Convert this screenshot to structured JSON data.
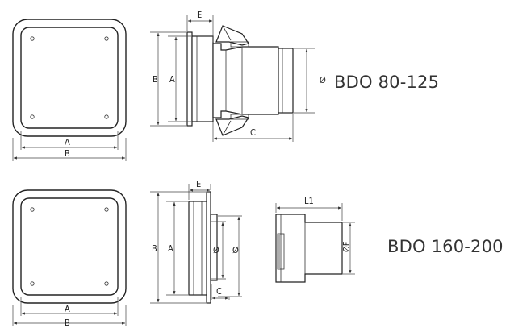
{
  "models": {
    "top": "BDO 80-125",
    "bottom": "BDO 160-200"
  },
  "dimensions": {
    "top_front": {
      "width_inner": "A",
      "width_outer": "B"
    },
    "top_side": {
      "height_outer": "B",
      "height_inner": "A",
      "depth_e": "E",
      "depth_c": "C",
      "diameter": "Ø"
    },
    "bottom_front": {
      "width_inner": "A",
      "width_outer": "B"
    },
    "bottom_side": {
      "height_outer": "B",
      "height_inner": "A",
      "depth_e": "E",
      "depth_c": "C",
      "diameter_inner": "Ø",
      "diameter_outer": "Ø"
    },
    "bottom_adapter": {
      "length": "L1",
      "diameter": "ØF"
    }
  }
}
